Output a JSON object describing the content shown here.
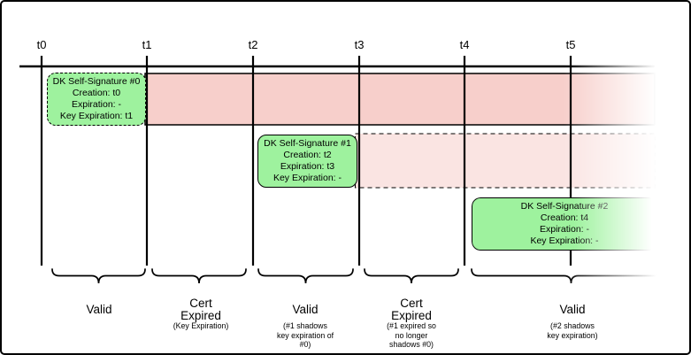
{
  "colors": {
    "box_green": "#9ef29e",
    "band_red": "#f7cfcb",
    "band_pink": "#fae4e2",
    "ink": "#000000"
  },
  "timeline": {
    "ticks": [
      "t0",
      "t1",
      "t2",
      "t3",
      "t4",
      "t5"
    ]
  },
  "signature_boxes": [
    {
      "lines": [
        "DK Self-Signature #0",
        "Creation: t0",
        "Expiration: -",
        "Key Expiration: t1"
      ]
    },
    {
      "lines": [
        "DK Self-Signature #1",
        "Creation: t2",
        "Expiration: t3",
        "Key Expiration: -"
      ]
    },
    {
      "lines": [
        "DK Self-Signature #2",
        "Creation: t4",
        "Expiration: -",
        "Key Expiration: -"
      ]
    }
  ],
  "segments": [
    {
      "label": [
        "Valid"
      ],
      "sublabel": []
    },
    {
      "label": [
        "Cert",
        "Expired"
      ],
      "sublabel": [
        "(Key Expiration)"
      ]
    },
    {
      "label": [
        "Valid"
      ],
      "sublabel": [
        "(#1 shadows",
        "key expiration of",
        "#0)"
      ]
    },
    {
      "label": [
        "Cert",
        "Expired"
      ],
      "sublabel": [
        "(#1 expired so",
        "no longer",
        "shadows #0)"
      ]
    },
    {
      "label": [
        "Valid"
      ],
      "sublabel": [
        "(#2 shadows",
        "key expiration)"
      ]
    }
  ]
}
